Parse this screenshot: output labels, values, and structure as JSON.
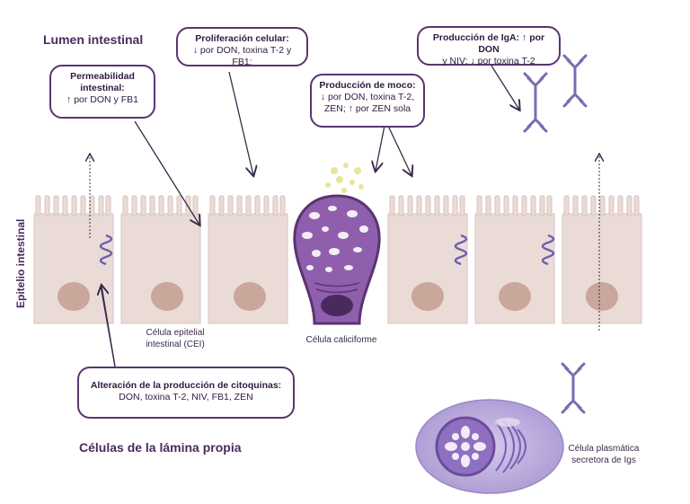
{
  "labels": {
    "lumen": "Lumen intestinal",
    "epitelio": "Epitelio intestinal",
    "lamina": "Células de la lámina propia",
    "cei": "Célula epitelial intestinal (CEI)",
    "caliciforme": "Célula caliciforme",
    "plasmatica": "Célula plasmática secretora de Igs"
  },
  "callouts": {
    "permeabilidad": {
      "title": "Permeabilidad intestinal:",
      "text": "↑ por DON y FB1"
    },
    "proliferacion": {
      "title": "Proliferación celular:",
      "text": "↓ por DON, toxina T-2 y FB1:"
    },
    "moco": {
      "title": "Producción de moco:",
      "text": "↓ por DON, toxina T-2, ZEN; ↑ por ZEN sola"
    },
    "iga": {
      "title": "Producción de IgA: ↑ por DON",
      "text": "y NIV; ↓ por toxina T-2"
    },
    "citoquinas": {
      "title": "Alteración de la producción de citoquinas:",
      "text": "DON, toxina T-2, NIV, FB1, ZEN"
    }
  },
  "colors": {
    "cell": "#eadbd6",
    "cellStroke": "#d9c3bd",
    "nucleus": "#c9a79b",
    "goblet": "#8f5fae",
    "purple": "#5a3470",
    "antibody": "#7b6bb0",
    "plasma": "#b7a6d8"
  }
}
